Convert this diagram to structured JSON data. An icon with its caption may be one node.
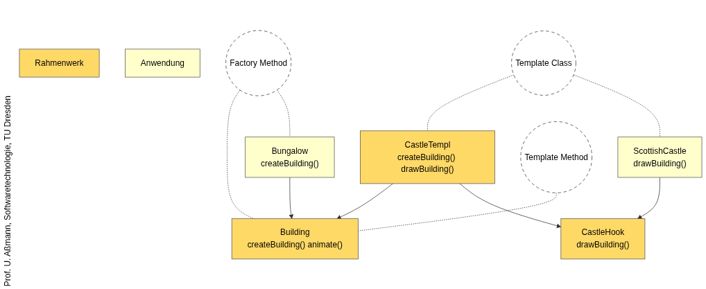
{
  "diagram": {
    "nodes": [
      {
        "text": [
          "Rahmenwerk"
        ]
      },
      {
        "text": [
          "Building",
          "createBuilding() animate()"
        ]
      },
      {
        "text": [
          "CastleTempl",
          "createBuilding() drawBuilding()"
        ]
      },
      {
        "text": [
          "CastleHook",
          "drawBuilding()"
        ]
      },
      {
        "text": [
          "Anwendung"
        ]
      },
      {
        "text": [
          "Bungalow",
          "createBuilding()"
        ]
      },
      {
        "text": [
          "ScottishCastle",
          "drawBuilding()"
        ]
      },
      {
        "text": [
          "Factory Method"
        ]
      },
      {
        "text": [
          "Template Method"
        ]
      },
      {
        "text": [
          "Template Class"
        ]
      }
    ],
    "edges": [
      {
        "from": 2,
        "to": 1,
        "arrow": "to"
      },
      {
        "from": 2,
        "to": 3,
        "arrow": "to"
      },
      {
        "from": 5,
        "to": 1,
        "arrow": "to"
      },
      {
        "from": 6,
        "to": 3,
        "arrow": "to"
      },
      {
        "from": 7,
        "to": 1,
        "arrow": "none",
        "style": "dashed"
      },
      {
        "from": 7,
        "to": 5,
        "arrow": "none",
        "style": "dashed"
      },
      {
        "from": 8,
        "to": 1,
        "arrow": "none",
        "style": "dashed"
      },
      {
        "from": 9,
        "to": 2,
        "arrow": "none",
        "style": "dashed"
      },
      {
        "from": 9,
        "to": 6,
        "arrow": "none",
        "style": "dashed"
      }
    ],
    "labels": [
      "Prof. U. Aßmann, Softwaretechnologie, TU Dresden"
    ]
  }
}
